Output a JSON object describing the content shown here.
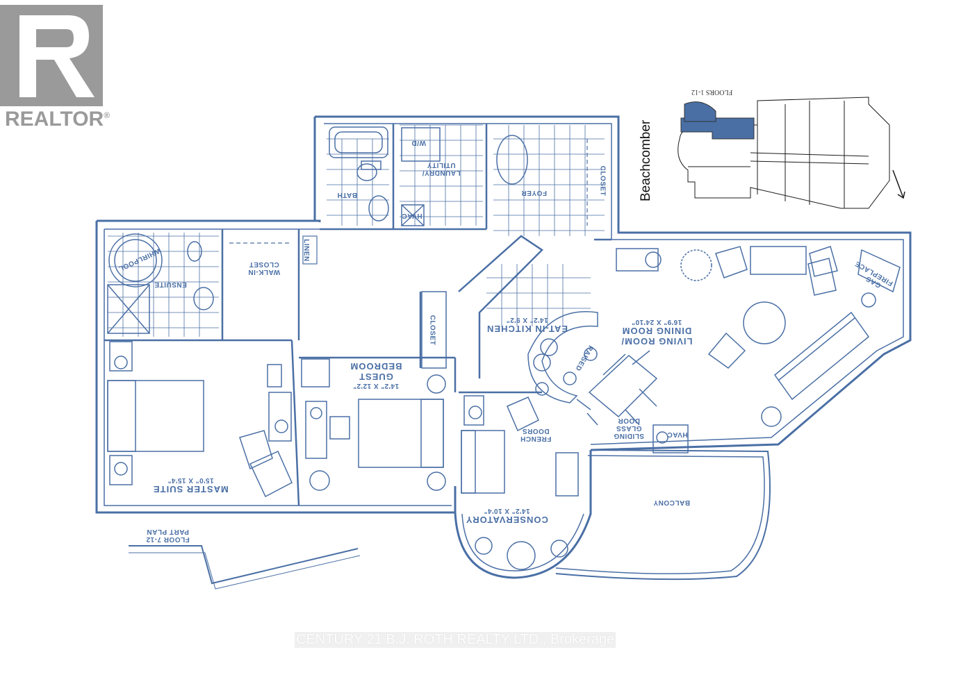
{
  "logo": {
    "brand_text": "REALTOR"
  },
  "watermark": {
    "text": "CENTURY 21 B.J. ROTH REALTY LTD., Brokerage"
  },
  "key_plan": {
    "building_name": "Beachcomber",
    "floors": "FLOORS 1-12"
  },
  "plan_title": {
    "line1": "PART PLAN",
    "line2": "FLOOR 7-12"
  },
  "rooms": {
    "master_suite": {
      "name": "MASTER SUITE",
      "dims": "15'0\" X 15'4\""
    },
    "guest_bedroom": {
      "name": "GUEST BEDROOM",
      "dims": "14'2\" X 12'2\""
    },
    "conservatory": {
      "name": "CONSERVATORY",
      "dims": "14'2\" X 10'4\""
    },
    "eat_in_kitchen": {
      "name": "EAT-IN KITCHEN",
      "dims": "14'2\" X 9'2\""
    },
    "living_dining": {
      "name": "LIVING ROOM/ DINING ROOM",
      "dims": "16'9\" X 24'10\""
    },
    "ensuite": {
      "name": "ENSUITE"
    },
    "walk_in_closet": {
      "name": "WALK-IN CLOSET"
    },
    "bath": {
      "name": "BATH"
    },
    "laundry": {
      "name": "LAUNDRY/ UTILITY"
    },
    "foyer": {
      "name": "FOYER"
    },
    "balcony": {
      "name": "BALCONY"
    }
  },
  "labels": {
    "linen": "LINEN",
    "closet_foyer": "CLOSET",
    "closet_guest": "CLOSET",
    "french_doors": "FRENCH DOORS",
    "sliding_doors": "SLIDING GLASS DOOR",
    "hvac_1": "HVAC",
    "hvac_2": "HVAC",
    "wd": "W/D",
    "whirlpool": "WHIRLPOOL",
    "raised": "RAISED",
    "fireplace": "GAS FIREPLACE"
  },
  "colors": {
    "line": "#4a6fa5",
    "fill_highlight": "#4a6fa5",
    "logo_grey": "#9a9a9a"
  }
}
